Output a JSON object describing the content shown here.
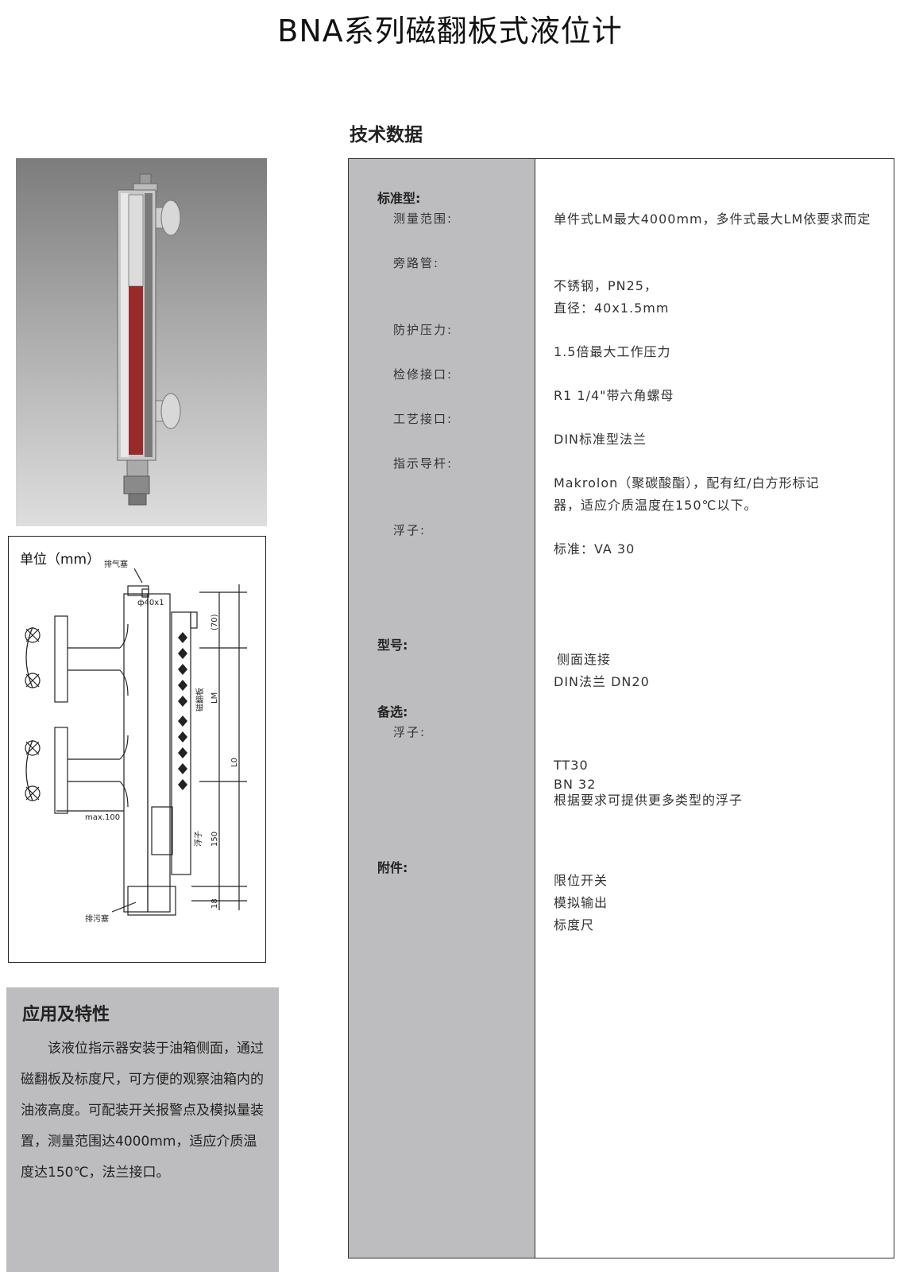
{
  "title": "BNA系列磁翻板式液位计",
  "tech_section_title": "技术数据",
  "drawing": {
    "unit_label": "单位（mm）",
    "labels": {
      "vent": "排气塞",
      "pipe_dia": "ф40x1",
      "dim70": "(70)",
      "flap": "磁翻板",
      "lm": "LM",
      "lo": "L0",
      "max100": "max.100",
      "float": "浮子",
      "dim150": "150",
      "dim18": "18",
      "drain": "排污塞"
    }
  },
  "features": {
    "title": "应用及特性",
    "text": "该液位指示器安装于油箱侧面，通过磁翻板及标度尺，可方便的观察油箱内的油液高度。可配装开关报警点及模拟量装置，测量范围达4000mm，适应介质温度达150℃，法兰接口。"
  },
  "spec": {
    "standard_header": "标准型:",
    "labels": {
      "range": "测量范围:",
      "bypass": "旁路管:",
      "pressure": "防护压力:",
      "service": "检修接口:",
      "process": "工艺接口:",
      "indicator": "指示导杆:",
      "float": "浮子:"
    },
    "values": {
      "range": "单件式LM最大4000mm，多件式最大LM依要求而定",
      "bypass_1": "不锈钢，PN25，",
      "bypass_2": "直径：40x1.5mm",
      "pressure": "1.5倍最大工作压力",
      "service": "R1 1/4\"带六角螺母",
      "process": "DIN标准型法兰",
      "indicator_1": "Makrolon（聚碳酸酯），配有红/白方形标记",
      "indicator_2": "器，适应介质温度在150℃以下。",
      "float": "标准：VA 30"
    },
    "model_header": "型号:",
    "model_1": "侧面连接",
    "model_2": "DIN法兰 DN20",
    "option_header": "备选:",
    "option_float_label": "浮子:",
    "option_1": "TT30",
    "option_2": "BN 32",
    "option_3": "根据要求可提供更多类型的浮子",
    "accessory_header": "附件:",
    "accessory_1": "限位开关",
    "accessory_2": "模拟输出",
    "accessory_3": "标度尺"
  },
  "colors": {
    "panel_gray": "#bdbdbf",
    "indicator_red": "#9a2a2a"
  }
}
